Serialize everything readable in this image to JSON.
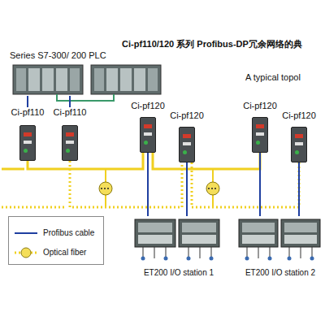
{
  "diagram": {
    "title": "Ci-pf110/120 系列 Profibus-DP冗余网络的典",
    "nodes": [
      {
        "text": [
          "Series S7-300/ 200 PLC"
        ]
      },
      {
        "text": [
          "Ci-pf110"
        ]
      },
      {
        "text": [
          "Ci-pf110"
        ]
      },
      {
        "text": [
          "Ci-pf120"
        ]
      },
      {
        "text": [
          "Ci-pf120"
        ]
      },
      {
        "text": [
          "ET200 I/O station 1"
        ]
      },
      {
        "text": [
          "Ci-pf120"
        ]
      },
      {
        "text": [
          "Ci-pf120"
        ]
      },
      {
        "text": [
          "ET200 I/O station 2"
        ]
      }
    ],
    "edges": [
      {
        "from": 0,
        "to": 1,
        "arrow": "none"
      },
      {
        "from": 0,
        "to": 2,
        "arrow": "none"
      },
      {
        "from": 1,
        "to": 3,
        "arrow": "none"
      },
      {
        "from": 2,
        "to": 4,
        "arrow": "none"
      },
      {
        "from": 3,
        "to": 6,
        "arrow": "none"
      },
      {
        "from": 4,
        "to": 7,
        "arrow": "none"
      },
      {
        "from": 3,
        "to": 5,
        "arrow": "none"
      },
      {
        "from": 4,
        "to": 5,
        "arrow": "none"
      },
      {
        "from": 6,
        "to": 8,
        "arrow": "none"
      },
      {
        "from": 7,
        "to": 8,
        "arrow": "none"
      }
    ],
    "labels": [
      "A typical topol"
    ],
    "legend": [
      {
        "text": "Profibus cable"
      },
      {
        "text": "Optical fiber"
      }
    ]
  }
}
